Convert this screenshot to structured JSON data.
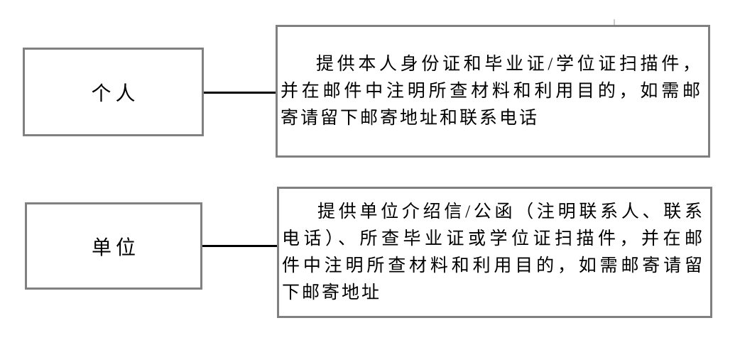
{
  "diagram": {
    "rows": [
      {
        "source_label": "个人",
        "target_lines": [
          "提供本人身份证和毕业证/学位证扫描件，",
          "并在邮件中注明所查材料和利用目的，如需邮",
          "寄请留下邮寄地址和联系电话"
        ]
      },
      {
        "source_label": "单位",
        "target_lines": [
          "提供单位介绍信/公函（注明联系人、联系",
          "电话）、所查毕业证或学位证扫描件，并在邮",
          "件中注明所查材料和利用目的，如需邮寄请留",
          "下邮寄地址"
        ]
      }
    ]
  },
  "colors": {
    "background": "#ffffff",
    "box_border": "#808080",
    "connector_line": "#000000",
    "text": "#000000",
    "stray_tick": "#cccccc"
  }
}
